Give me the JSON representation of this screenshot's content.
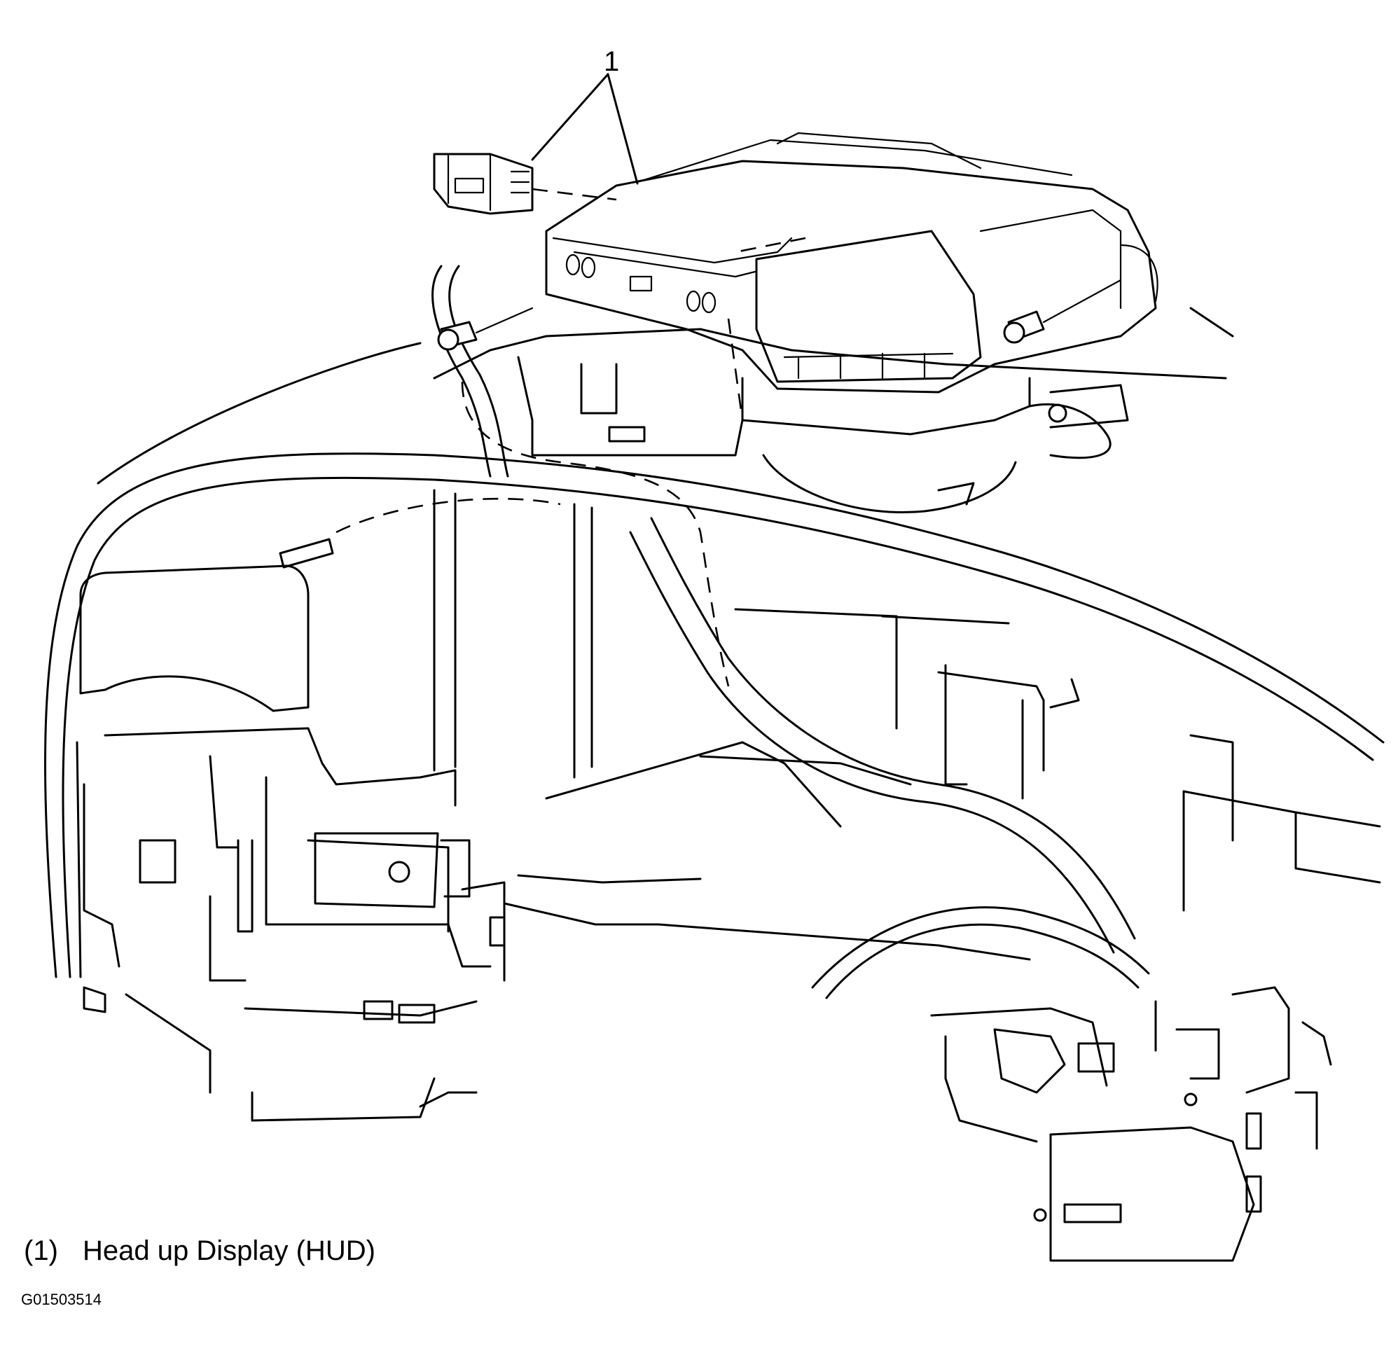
{
  "callout": {
    "number": "1"
  },
  "legend": [
    {
      "number": "(1)",
      "label": "Head up Display (HUD)"
    }
  ],
  "figure_id": "G01503514",
  "colors": {
    "ink": "#000000",
    "paper": "#ffffff"
  }
}
